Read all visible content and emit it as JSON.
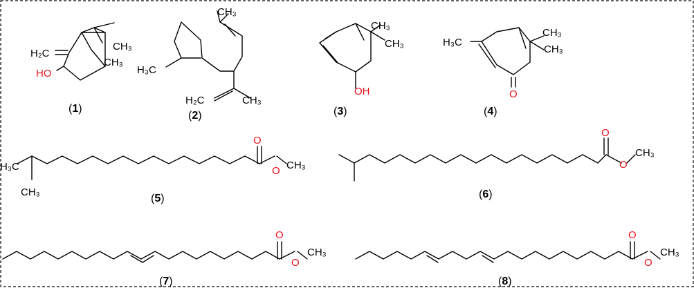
{
  "compounds": [
    {
      "number": "1",
      "labels": {
        "ch2": "H₂C",
        "me_a": "CH₃",
        "me_b": "CH₃",
        "oh": "HO"
      }
    },
    {
      "number": "2",
      "labels": {
        "me_top": "CH₃",
        "me_left": "H₃C",
        "me_iso": "CH₃",
        "ch2": "H₂C"
      }
    },
    {
      "number": "3",
      "labels": {
        "me_a": "CH₃",
        "me_b": "CH₃",
        "oh": "OH"
      }
    },
    {
      "number": "4",
      "labels": {
        "me_left": "H₃C",
        "me_a": "CH₃",
        "me_b": "CH₃",
        "oxo": "O"
      }
    },
    {
      "number": "5",
      "labels": {
        "me_left": "H₃C",
        "me_down": "CH₃",
        "o_carbonyl": "O",
        "o_ester": "O",
        "me_ester": "CH₃"
      }
    },
    {
      "number": "6",
      "labels": {
        "o_carbonyl": "O",
        "o_ester": "O",
        "me_ester": "CH₃"
      }
    },
    {
      "number": "7",
      "labels": {
        "o_carbonyl": "O",
        "o_ester": "O",
        "me_ester": "CH₃"
      }
    },
    {
      "number": "8",
      "labels": {
        "o_carbonyl": "O",
        "o_ester": "O",
        "me_ester": "CH₃"
      }
    }
  ],
  "colors": {
    "heteroatom": "#e8101a",
    "bond": "#000000",
    "frame": "#000000"
  }
}
